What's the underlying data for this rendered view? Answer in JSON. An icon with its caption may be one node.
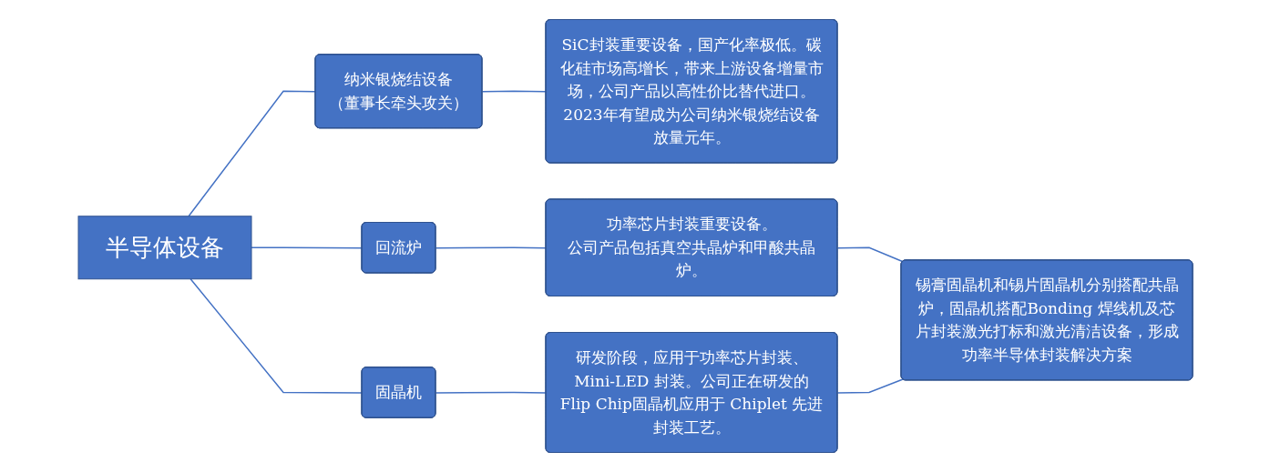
{
  "diagram": {
    "nodes": [
      {
        "text": [
          "半导体设备"
        ]
      },
      {
        "text": [
          "纳米银烧结设备",
          "（董事长牵头攻关）"
        ]
      },
      {
        "text": [
          "回流炉"
        ]
      },
      {
        "text": [
          "固晶机"
        ]
      },
      {
        "text": [
          "SiC封装重要设备，国产化率极低。碳化硅市场高增长，带来上游设备增量市场，公司产品以高性价比替代进口。2023年有望成为公司纳米银烧结设备放量元年。"
        ]
      },
      {
        "text": [
          "功率芯片封装重要设备。",
          "公司产品包括真空共晶炉和甲酸共晶炉。"
        ]
      },
      {
        "text": [
          "研发阶段，应用于功率芯片封装、Mini-LED 封装。公司正在研发的Flip Chip固晶机应用于 Chiplet 先进封装工艺。"
        ]
      },
      {
        "text": [
          "锡膏固晶机和锡片固晶机分别搭配共晶炉，固晶机搭配Bonding 焊线机及芯片封装激光打标和激光清洁设备，形成功率半导体封装解决方案"
        ]
      }
    ],
    "edges": [
      {
        "from": 0,
        "to": 1,
        "arrow": "none"
      },
      {
        "from": 0,
        "to": 2,
        "arrow": "none"
      },
      {
        "from": 0,
        "to": 3,
        "arrow": "none"
      },
      {
        "from": 1,
        "to": 4,
        "arrow": "none"
      },
      {
        "from": 2,
        "to": 5,
        "arrow": "none"
      },
      {
        "from": 3,
        "to": 6,
        "arrow": "none"
      },
      {
        "from": 5,
        "to": 7,
        "arrow": "none"
      },
      {
        "from": 6,
        "to": 7,
        "arrow": "none"
      }
    ]
  }
}
